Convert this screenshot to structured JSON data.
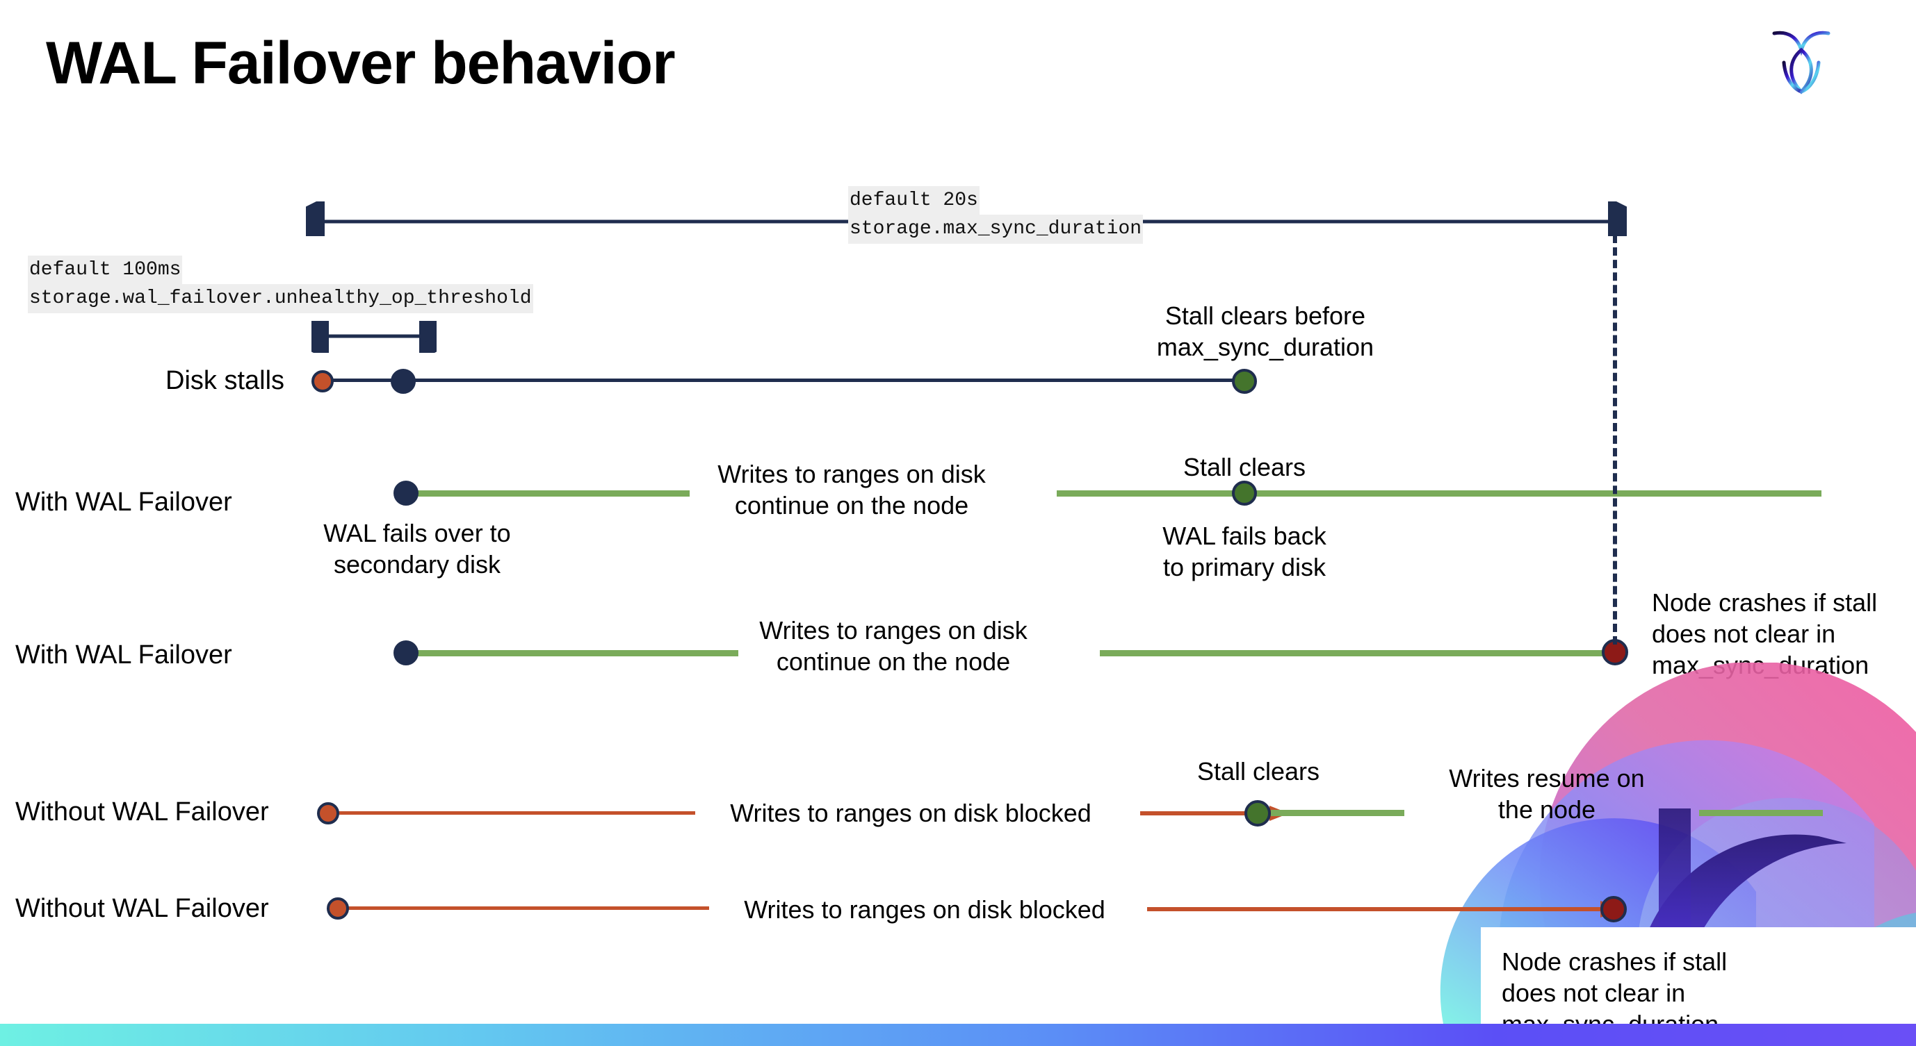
{
  "page": {
    "title": "WAL Failover behavior",
    "logo_name": "cockroachdb-logo"
  },
  "settings": {
    "max_sync_duration": {
      "default": "default 20s",
      "name": "storage.max_sync_duration"
    },
    "unhealthy_op_threshold": {
      "default": "default 100ms",
      "name": "storage.wal_failover.unhealthy_op_threshold"
    }
  },
  "rows": [
    {
      "label": "Disk stalls",
      "annotations": [
        "Stall clears before",
        "max_sync_duration"
      ]
    },
    {
      "label": "With WAL Failover",
      "annotations": [
        "WAL fails over to",
        "secondary disk",
        "Writes to ranges on disk",
        "continue on the node",
        "Stall clears",
        "WAL fails  back",
        "to primary disk"
      ]
    },
    {
      "label": "With WAL Failover",
      "annotations": [
        "Writes to ranges on disk",
        "continue on the node",
        "Node crashes if stall",
        "does not clear in",
        "max_sync_duration"
      ]
    },
    {
      "label": "Without WAL Failover",
      "annotations": [
        "Writes to ranges on disk  blocked",
        "Stall clears",
        "Writes resume on",
        "the node"
      ]
    },
    {
      "label": "Without WAL Failover",
      "annotations": [
        "Writes to ranges on disk  blocked",
        "Node crashes if stall",
        "does not clear in",
        "max_sync_duration"
      ]
    }
  ],
  "labels": {
    "disk_stalls": "Disk stalls",
    "with_wal_failover_1": "With WAL Failover",
    "with_wal_failover_2": "With WAL Failover",
    "without_wal_failover_1": "Without WAL Failover",
    "without_wal_failover_2": "Without WAL Failover",
    "stall_clears_before_l1": "Stall clears before",
    "stall_clears_before_l2": "max_sync_duration",
    "wal_fails_over_l1": "WAL fails over to",
    "wal_fails_over_l2": "secondary disk",
    "writes_continue_a_l1": "Writes to ranges on disk",
    "writes_continue_a_l2": "continue on the node",
    "writes_continue_b_l1": "Writes to ranges on disk",
    "writes_continue_b_l2": "continue on the node",
    "stall_clears_row2": "Stall clears",
    "wal_fails_back_l1": "WAL fails  back",
    "wal_fails_back_l2": "to primary disk",
    "node_crashes_right_l1": "Node crashes if stall",
    "node_crashes_right_l2": "does not clear in",
    "node_crashes_right_l3": "max_sync_duration",
    "writes_blocked_row4": "Writes to ranges on disk  blocked",
    "stall_clears_row4": "Stall clears",
    "writes_resume_l1": "Writes resume on",
    "writes_resume_l2": "the node",
    "writes_blocked_row5": "Writes to ranges on disk  blocked",
    "node_crashes_bottom_l1": "Node crashes if stall",
    "node_crashes_bottom_l2": "does not clear in",
    "node_crashes_bottom_l3": "max_sync_duration"
  },
  "colors": {
    "navy": "#1f2d4e",
    "orange": "#c4512b",
    "green_line": "#7aab5a",
    "green_dot": "#44742c",
    "dark_red": "#8d1a17",
    "code_chip_bg": "#eeeeee",
    "bar_gradient_start": "#6ef0e3",
    "bar_gradient_end": "#6a4ff6"
  }
}
